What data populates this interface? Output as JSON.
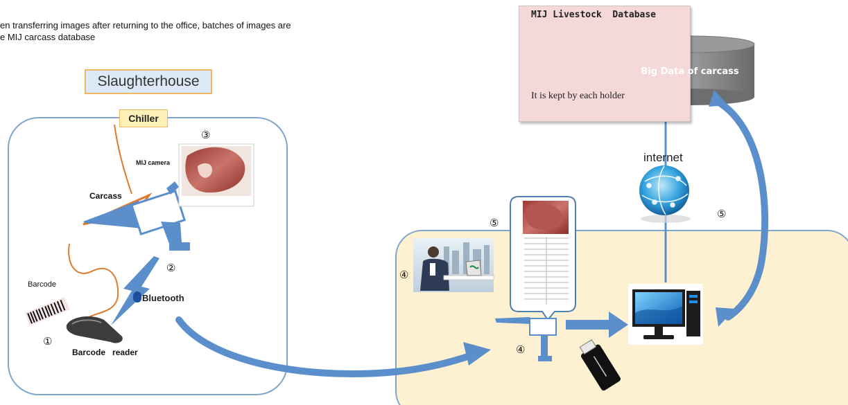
{
  "caption": {
    "line1": "en transferring images after returning to the office, batches of images are",
    "line2": "e MIJ carcass database"
  },
  "slaughterhouse": {
    "title": "Slaughterhouse",
    "chiller": "Chiller",
    "carcass": "Carcass",
    "mij_camera": "MIJ camera",
    "barcode": "Barcode",
    "barcode_reader": "Barcode   reader",
    "bluetooth": "Bluetooth"
  },
  "steps": {
    "s1": "①",
    "s2": "②",
    "s3": "③",
    "s4a": "④",
    "s4b": "④",
    "s5a": "⑤",
    "s5b": "⑤"
  },
  "database": {
    "title": "MIJ Livestock  Database",
    "note": "It is kept by each holder",
    "big_data": "Big Data of carcass"
  },
  "network": {
    "internet": "internet"
  },
  "colors": {
    "office_fill": "#fdf1d2",
    "office_border": "#7ea6cc",
    "arrow_blue": "#5b8fcc",
    "db_fill": "#f5d8d8",
    "cylinder_gray": "#7f7f7f",
    "carcass_orange": "#e07a2a"
  }
}
